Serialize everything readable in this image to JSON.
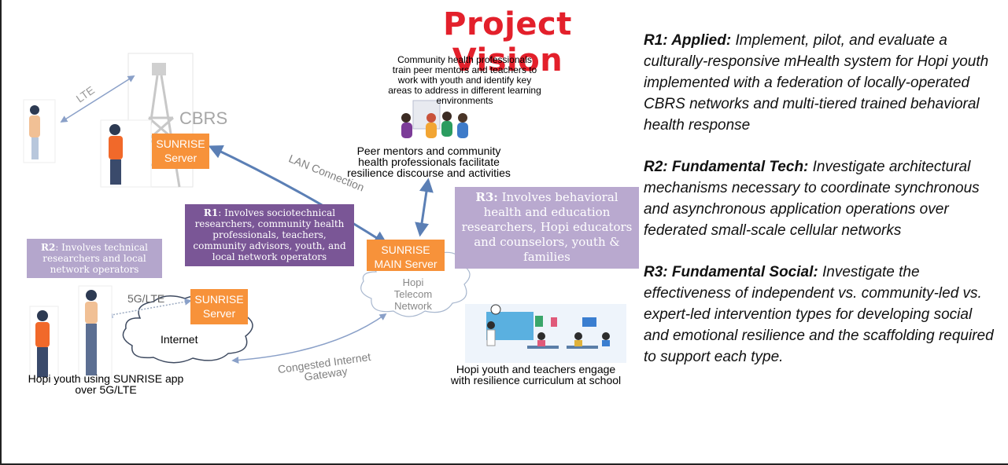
{
  "title": "Project Vision",
  "research": [
    {
      "label": "R1: Applied:",
      "text": " Implement, pilot, and evaluate a culturally-responsive mHealth system for Hopi youth implemented with a federation of locally-operated CBRS networks and multi-tiered trained behavioral health response"
    },
    {
      "label": "R2: Fundamental Tech:",
      "text": " Investigate architectural mechanisms necessary to coordinate synchronous and asynchronous application operations over federated small-scale cellular networks"
    },
    {
      "label": "R3: Fundamental Social:",
      "text": " Investigate the effectiveness of independent vs. community-led vs. expert-led intervention types for developing social and emotional resilience and the scaffolding required to support each type."
    }
  ],
  "diagram": {
    "lte_label": "LTE",
    "cbrs_label": "CBRS",
    "server_top": "SUNRISE Server",
    "server_bottom": "SUNRISE Server",
    "main_server": "SUNRISE MAIN Server",
    "telecom": "Hopi Telecom Network",
    "internet": "Internet",
    "lan_label": "LAN Connection",
    "fiveg_label": "5G/LTE",
    "congested": "Congested Internet Gateway",
    "community_text": "Community health professionals train peer mentors and teachers to work with youth and identify key areas to address in different learning environments",
    "peer_text": "Peer mentors and community health professionals facilitate resilience discourse and activities",
    "youth_app_text": "Hopi youth using SUNRISE app over 5G/LTE",
    "school_text": "Hopi youth and teachers engage with resilience curriculum at school",
    "r1_prefix": "R1",
    "r1_text": ": Involves sociotechnical researchers, community health professionals, teachers, community advisors, youth, and local network operators",
    "r2_prefix": "R2",
    "r2_text": ": Involves technical researchers and local network operators",
    "r3_prefix": "R3:",
    "r3_text": " Involves behavioral health and education researchers, Hopi educators and counselors, youth & families"
  },
  "colors": {
    "title": "#e3202b",
    "server": "#f7923a",
    "r1": "#7a5696",
    "r2": "#b4a6cc",
    "r3": "#b9a9cf",
    "arrow": "#5b7fb5"
  }
}
